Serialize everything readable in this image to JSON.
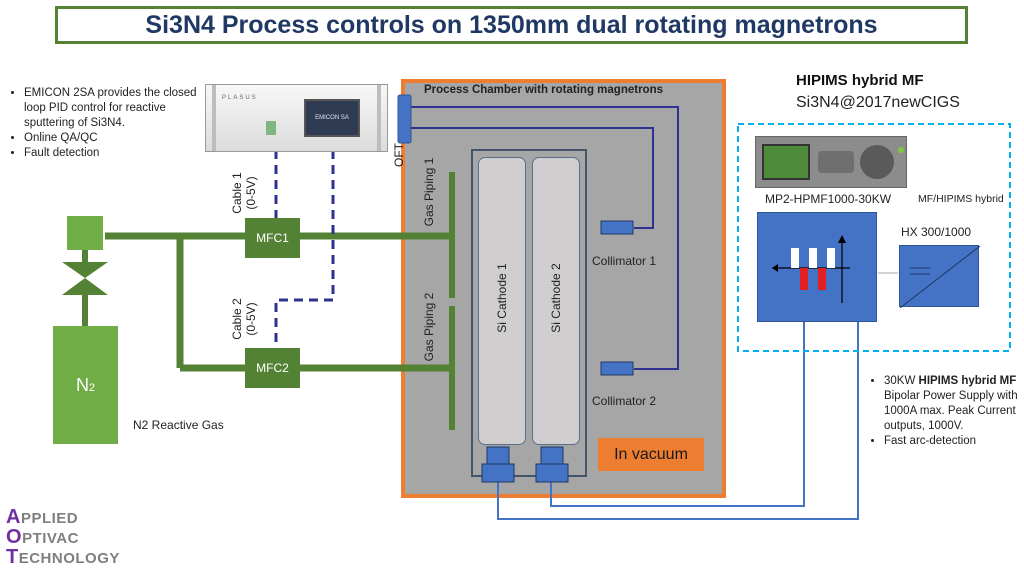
{
  "title": "Si3N4 Process controls on 1350mm dual rotating magnetrons",
  "left_bullets": [
    "EMICON 2SA provides the closed loop PID control for reactive sputtering of Si3N4.",
    "Online QA/QC",
    "Fault detection"
  ],
  "controller": {
    "brand": "PLASUS",
    "screen_label": "EMICON SA"
  },
  "oft_label": "OFT",
  "cable1": {
    "line1": "Cable 1",
    "line2": "(0-5V)"
  },
  "cable2": {
    "line1": "Cable 2",
    "line2": "(0-5V)"
  },
  "mfc1": "MFC1",
  "mfc2": "MFC2",
  "n2_tank": {
    "main": "N",
    "sub": "2"
  },
  "n2_gas_label": "N2 Reactive Gas",
  "chamber_title": "Process Chamber with rotating magnetrons",
  "gas_piping_1": "Gas Piping  1",
  "gas_piping_2": "Gas Piping  2",
  "cathode_1": "Si Cathode 1",
  "cathode_2": "Si Cathode 2",
  "collimator_1": "Collimator 1",
  "collimator_2": "Collimator 2",
  "in_vacuum": "In vacuum",
  "hipims": {
    "title": "HIPIMS hybrid MF",
    "subtitle": "Si3N4@2017newCIGS",
    "model": "MP2-HPMF1000-30KW",
    "mode_label": "MF/HIPIMS hybrid",
    "hx_label": "HX 300/1000"
  },
  "right_bullets": {
    "b1_prefix": "30KW ",
    "b1_bold": "HIPIMS hybrid MF",
    "b1_rest": " Bipolar Power Supply with 1000A max. Peak Current outputs, 1000V.",
    "b2": "Fast arc-detection"
  },
  "logo": [
    {
      "initial": "A",
      "rest": "PPLIED"
    },
    {
      "initial": "O",
      "rest": "PTIVAC"
    },
    {
      "initial": "T",
      "rest": "ECHNOLOGY"
    }
  ],
  "colors": {
    "title_border": "#548235",
    "title_text": "#1f3864",
    "pipe_green": "#548235",
    "signal_blue": "#2e3192",
    "chamber_border": "#ed7d31",
    "chamber_fill": "#a6a6a6",
    "power_supply_blue": "#4472c4",
    "dashed_frame": "#00b0f0"
  }
}
